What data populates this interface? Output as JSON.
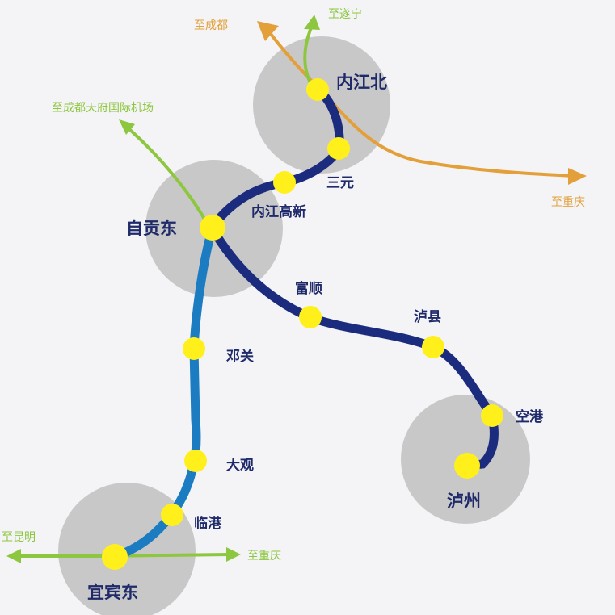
{
  "colors": {
    "background": "#f4f4f6",
    "hub_circle": "#c9c8c8",
    "main_line": "#1b2c7e",
    "branch_line": "#1c7cc2",
    "station_dot": "#fff01c",
    "orange_route": "#e3a03a",
    "green_route": "#8dc63f",
    "station_text": "#1f2a6b"
  },
  "stations": {
    "neijiang_north": "内江北",
    "sanyuan": "三元",
    "neijiang_gaoxin": "内江高新",
    "zigong_east": "自贡东",
    "fushun": "富顺",
    "luxian": "泸县",
    "konggang": "空港",
    "luzhou": "泸州",
    "dengguan": "邓关",
    "daguan": "大观",
    "lingang": "临港",
    "yibin_east": "宜宾东"
  },
  "destinations": {
    "to_chengdu": "至成都",
    "to_suining": "至遂宁",
    "to_chongqing_north": "至重庆",
    "to_tianfu_airport": "至成都天府国际机场",
    "to_kunming": "至昆明",
    "to_chongqing_south": "至重庆"
  }
}
